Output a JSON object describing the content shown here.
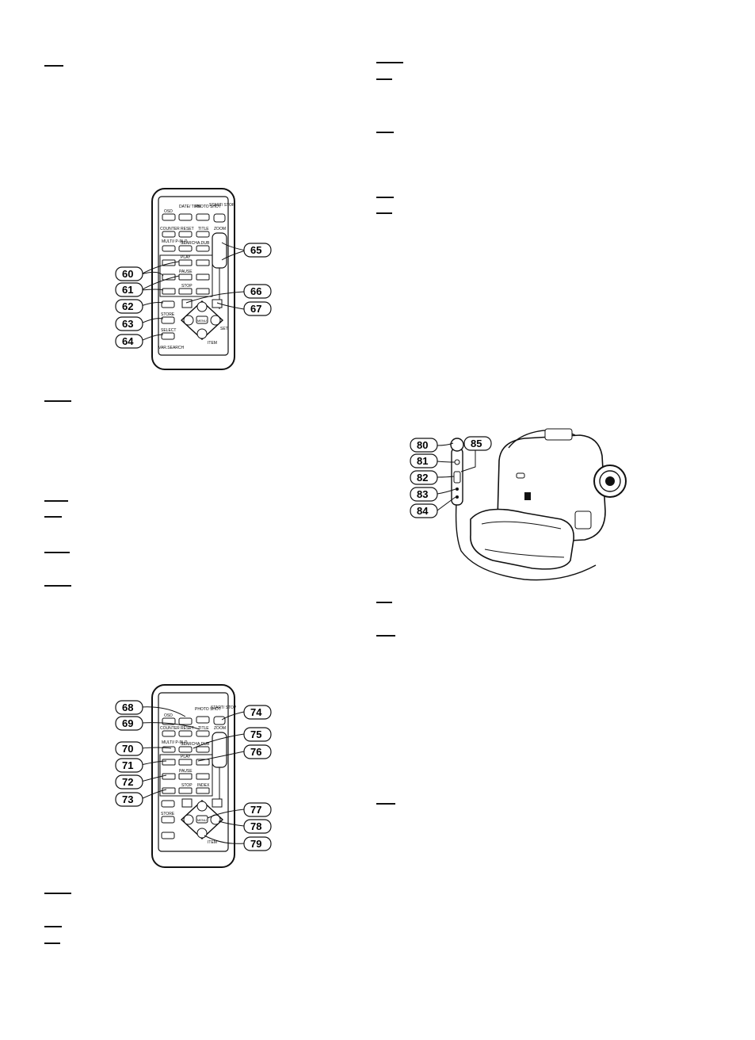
{
  "remote_1": {
    "buttons": [
      "OSD",
      "DATE/ TIME",
      "PHOTO SHOT",
      "START/ STOP",
      "COUNTER",
      "RESET",
      "TITLE",
      "ZOOM",
      "MULTI/ P-IN-P",
      "SEARCH",
      "A.DUB",
      "PLAY",
      "PAUSE",
      "STOP",
      "MENU",
      "SET",
      "ITEM",
      "STORE",
      "SELECT",
      "VAR.SEARCH"
    ],
    "callouts": [
      "60",
      "61",
      "62",
      "63",
      "64",
      "65",
      "66",
      "67"
    ]
  },
  "remote_2": {
    "buttons": [
      "OSD",
      "PHOTO SHOT",
      "START/ STOP",
      "COUNTER",
      "RESET",
      "TITLE",
      "ZOOM",
      "MULTI/ P-IN-P",
      "SEARCH",
      "A.DUB",
      "PLAY",
      "PAUSE",
      "STOP",
      "INDEX",
      "MENU",
      "ITEM",
      "STORE"
    ],
    "callouts": [
      "68",
      "69",
      "70",
      "71",
      "72",
      "73",
      "74",
      "75",
      "76",
      "77",
      "78",
      "79"
    ]
  },
  "camcorder": {
    "callouts": [
      "80",
      "81",
      "82",
      "83",
      "84",
      "85"
    ]
  }
}
